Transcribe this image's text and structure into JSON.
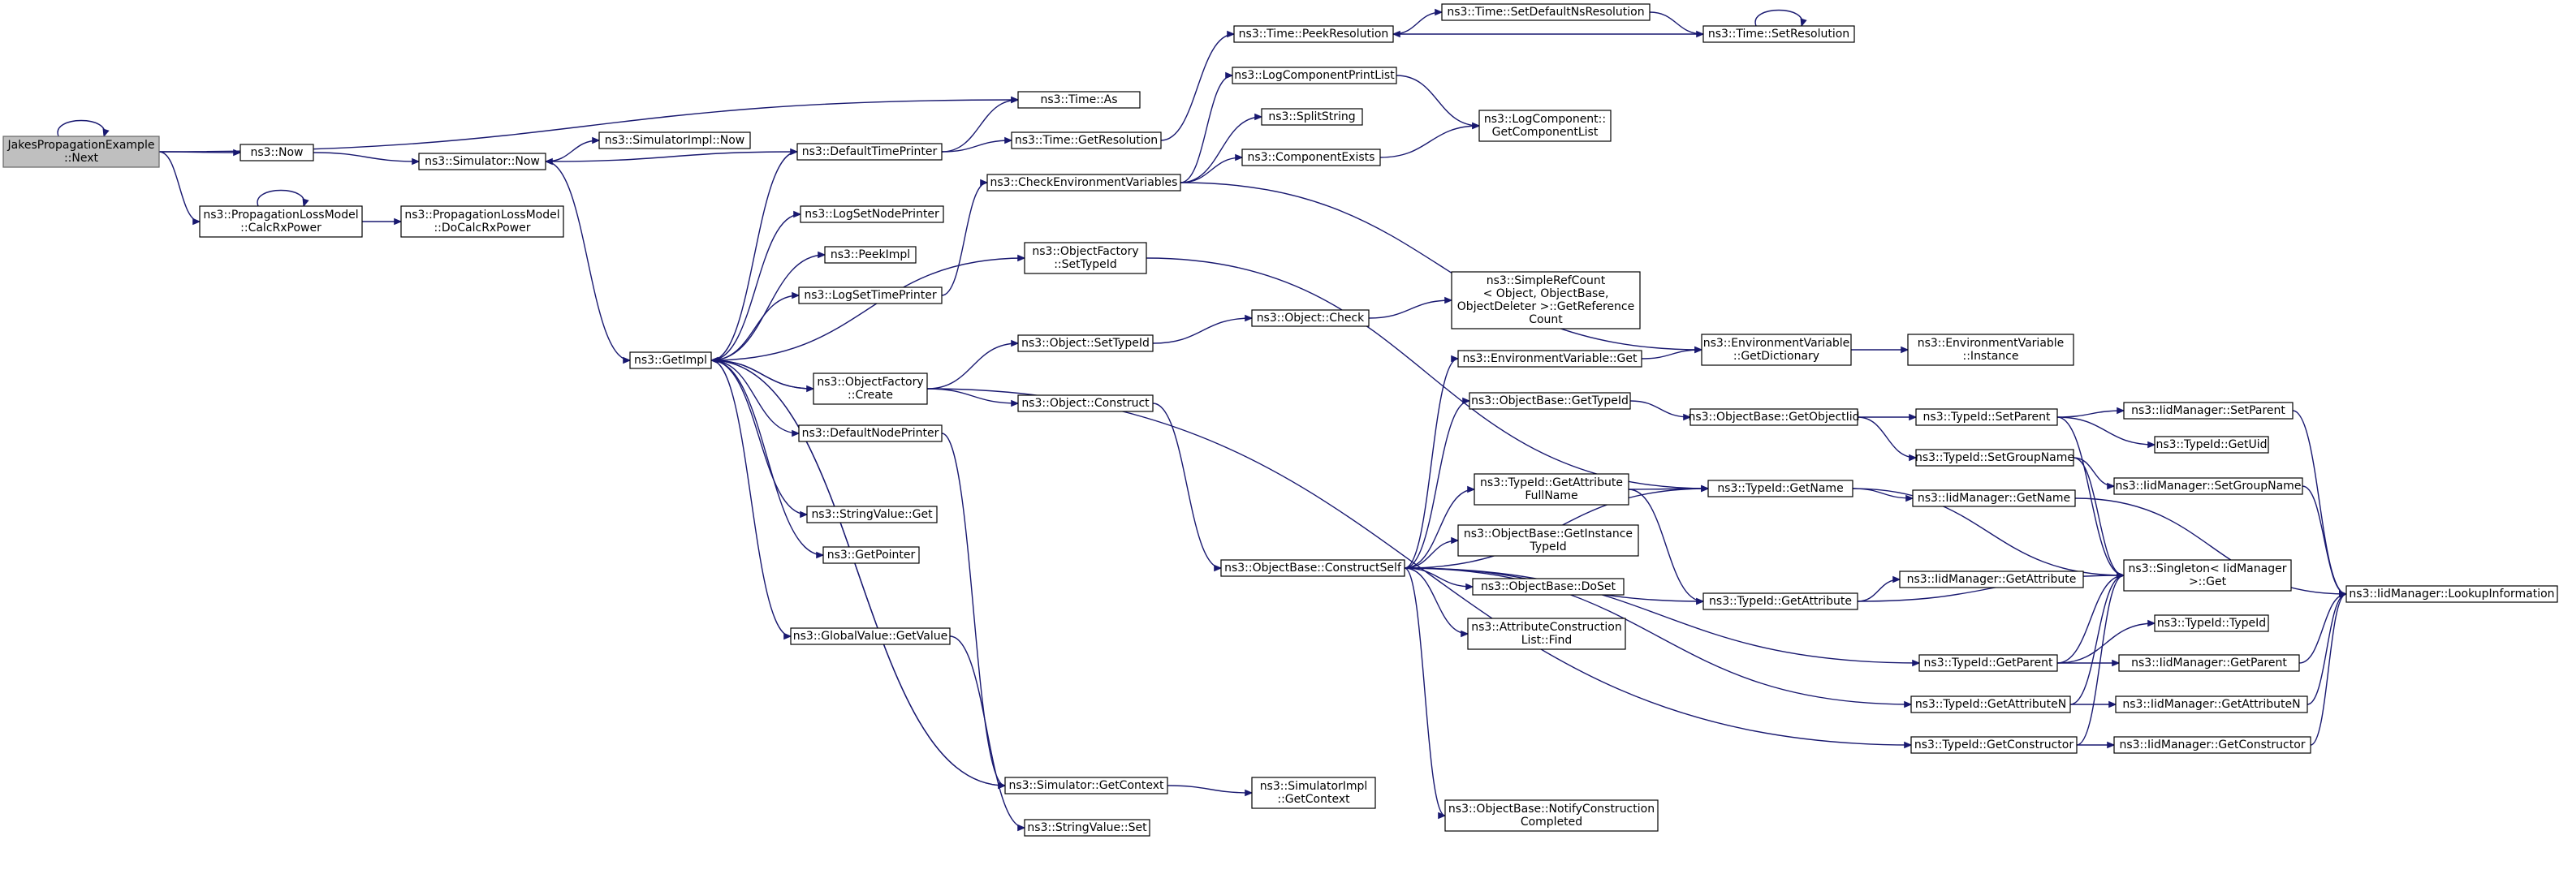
{
  "nodes": [
    {
      "id": "root",
      "lines": [
        "JakesPropagationExample",
        "::Next"
      ],
      "root": true
    },
    {
      "id": "now",
      "lines": [
        "ns3::Now"
      ]
    },
    {
      "id": "calcrx",
      "lines": [
        "ns3::PropagationLossModel",
        "::CalcRxPower"
      ]
    },
    {
      "id": "docalcrx",
      "lines": [
        "ns3::PropagationLossModel",
        "::DoCalcRxPower"
      ]
    },
    {
      "id": "simnow",
      "lines": [
        "ns3::Simulator::Now"
      ]
    },
    {
      "id": "simimplnow",
      "lines": [
        "ns3::SimulatorImpl::Now"
      ]
    },
    {
      "id": "timeas",
      "lines": [
        "ns3::Time::As"
      ]
    },
    {
      "id": "getimpl",
      "lines": [
        "ns3::GetImpl"
      ]
    },
    {
      "id": "deftp",
      "lines": [
        "ns3::DefaultTimePrinter"
      ]
    },
    {
      "id": "logsnp",
      "lines": [
        "ns3::LogSetNodePrinter"
      ]
    },
    {
      "id": "peekimpl",
      "lines": [
        "ns3::PeekImpl"
      ]
    },
    {
      "id": "logstp",
      "lines": [
        "ns3::LogSetTimePrinter"
      ]
    },
    {
      "id": "ofcreate",
      "lines": [
        "ns3::ObjectFactory",
        "::Create"
      ]
    },
    {
      "id": "defnp",
      "lines": [
        "ns3::DefaultNodePrinter"
      ]
    },
    {
      "id": "svget",
      "lines": [
        "ns3::StringValue::Get"
      ]
    },
    {
      "id": "getptr",
      "lines": [
        "ns3::GetPointer"
      ]
    },
    {
      "id": "gvgetval",
      "lines": [
        "ns3::GlobalValue::GetValue"
      ]
    },
    {
      "id": "simgetctx",
      "lines": [
        "ns3::Simulator::GetContext"
      ]
    },
    {
      "id": "svset",
      "lines": [
        "ns3::StringValue::Set"
      ]
    },
    {
      "id": "timegetres",
      "lines": [
        "ns3::Time::GetResolution"
      ]
    },
    {
      "id": "timepeek",
      "lines": [
        "ns3::Time::PeekResolution"
      ]
    },
    {
      "id": "timesetdef",
      "lines": [
        "ns3::Time::SetDefaultNsResolution"
      ]
    },
    {
      "id": "timesetres",
      "lines": [
        "ns3::Time::SetResolution"
      ]
    },
    {
      "id": "logcpl",
      "lines": [
        "ns3::LogComponentPrintList"
      ]
    },
    {
      "id": "splitstr",
      "lines": [
        "ns3::SplitString"
      ]
    },
    {
      "id": "compexists",
      "lines": [
        "ns3::ComponentExists"
      ]
    },
    {
      "id": "logcgcl",
      "lines": [
        "ns3::LogComponent::",
        "GetComponentList"
      ]
    },
    {
      "id": "checkenv",
      "lines": [
        "ns3::CheckEnvironmentVariables"
      ]
    },
    {
      "id": "ofsettid",
      "lines": [
        "ns3::ObjectFactory",
        "::SetTypeId"
      ]
    },
    {
      "id": "objsettid",
      "lines": [
        "ns3::Object::SetTypeId"
      ]
    },
    {
      "id": "objconstruct",
      "lines": [
        "ns3::Object::Construct"
      ]
    },
    {
      "id": "objcheck",
      "lines": [
        "ns3::Object::Check"
      ]
    },
    {
      "id": "simplerc",
      "lines": [
        "ns3::SimpleRefCount",
        "< Object, ObjectBase,",
        "ObjectDeleter >::GetReference",
        "Count"
      ]
    },
    {
      "id": "envget",
      "lines": [
        "ns3::EnvironmentVariable::Get"
      ]
    },
    {
      "id": "envgetdict",
      "lines": [
        "ns3::EnvironmentVariable",
        "::GetDictionary"
      ]
    },
    {
      "id": "envinst",
      "lines": [
        "ns3::EnvironmentVariable",
        "::Instance"
      ]
    },
    {
      "id": "obgettid",
      "lines": [
        "ns3::ObjectBase::GetTypeId"
      ]
    },
    {
      "id": "obgetoid",
      "lines": [
        "ns3::ObjectBase::GetObjectIid"
      ]
    },
    {
      "id": "tidgetafn",
      "lines": [
        "ns3::TypeId::GetAttribute",
        "FullName"
      ]
    },
    {
      "id": "obconstructself",
      "lines": [
        "ns3::ObjectBase::ConstructSelf"
      ]
    },
    {
      "id": "obgetinst",
      "lines": [
        "ns3::ObjectBase::GetInstance",
        "TypeId"
      ]
    },
    {
      "id": "obdoset",
      "lines": [
        "ns3::ObjectBase::DoSet"
      ]
    },
    {
      "id": "acfind",
      "lines": [
        "ns3::AttributeConstruction",
        "List::Find"
      ]
    },
    {
      "id": "obnotify",
      "lines": [
        "ns3::ObjectBase::NotifyConstruction",
        "Completed"
      ]
    },
    {
      "id": "tidgetname",
      "lines": [
        "ns3::TypeId::GetName"
      ]
    },
    {
      "id": "tidgetattr",
      "lines": [
        "ns3::TypeId::GetAttribute"
      ]
    },
    {
      "id": "tidsetparent",
      "lines": [
        "ns3::TypeId::SetParent"
      ]
    },
    {
      "id": "tidsetgroup",
      "lines": [
        "ns3::TypeId::SetGroupName"
      ]
    },
    {
      "id": "iidgetname",
      "lines": [
        "ns3::IidManager::GetName"
      ]
    },
    {
      "id": "iidgetattr",
      "lines": [
        "ns3::IidManager::GetAttribute"
      ]
    },
    {
      "id": "tidgetparent",
      "lines": [
        "ns3::TypeId::GetParent"
      ]
    },
    {
      "id": "tidgetattrn",
      "lines": [
        "ns3::TypeId::GetAttributeN"
      ]
    },
    {
      "id": "tidgetctor",
      "lines": [
        "ns3::TypeId::GetConstructor"
      ]
    },
    {
      "id": "iidsetparent",
      "lines": [
        "ns3::IidManager::SetParent"
      ]
    },
    {
      "id": "tidgetuid",
      "lines": [
        "ns3::TypeId::GetUid"
      ]
    },
    {
      "id": "iidsetgroup",
      "lines": [
        "ns3::IidManager::SetGroupName"
      ]
    },
    {
      "id": "singleton",
      "lines": [
        "ns3::Singleton< IidManager",
        ">::Get"
      ]
    },
    {
      "id": "tidtid",
      "lines": [
        "ns3::TypeId::TypeId"
      ]
    },
    {
      "id": "iidgetparent",
      "lines": [
        "ns3::IidManager::GetParent"
      ]
    },
    {
      "id": "iidgetattrn",
      "lines": [
        "ns3::IidManager::GetAttributeN"
      ]
    },
    {
      "id": "iidgetctor",
      "lines": [
        "ns3::IidManager::GetConstructor"
      ]
    },
    {
      "id": "iidlookup",
      "lines": [
        "ns3::IidManager::LookupInformation"
      ]
    }
  ],
  "edges": [
    [
      "root",
      "root"
    ],
    [
      "root",
      "timeas"
    ],
    [
      "root",
      "now"
    ],
    [
      "root",
      "calcrx"
    ],
    [
      "now",
      "simnow"
    ],
    [
      "calcrx",
      "calcrx"
    ],
    [
      "calcrx",
      "docalcrx"
    ],
    [
      "simnow",
      "simimplnow"
    ],
    [
      "simnow",
      "getimpl"
    ],
    [
      "deftp",
      "simnow"
    ],
    [
      "deftp",
      "timeas"
    ],
    [
      "deftp",
      "timegetres"
    ],
    [
      "timegetres",
      "timepeek"
    ],
    [
      "timepeek",
      "timesetdef"
    ],
    [
      "timesetdef",
      "timesetres"
    ],
    [
      "timesetres",
      "timesetres"
    ],
    [
      "timesetres",
      "timepeek"
    ],
    [
      "getimpl",
      "deftp"
    ],
    [
      "getimpl",
      "logsnp"
    ],
    [
      "getimpl",
      "peekimpl"
    ],
    [
      "getimpl",
      "logstp"
    ],
    [
      "getimpl",
      "ofsettid"
    ],
    [
      "getimpl",
      "ofcreate"
    ],
    [
      "getimpl",
      "defnp"
    ],
    [
      "getimpl",
      "svget"
    ],
    [
      "getimpl",
      "getptr"
    ],
    [
      "getimpl",
      "gvgetval"
    ],
    [
      "getimpl",
      "simgetctx"
    ],
    [
      "logstp",
      "checkenv"
    ],
    [
      "checkenv",
      "logcpl"
    ],
    [
      "checkenv",
      "splitstr"
    ],
    [
      "checkenv",
      "compexists"
    ],
    [
      "checkenv",
      "envgetdict"
    ],
    [
      "logcpl",
      "logcgcl"
    ],
    [
      "compexists",
      "logcgcl"
    ],
    [
      "ofsettid",
      "tidgetname"
    ],
    [
      "ofcreate",
      "getimpl"
    ],
    [
      "ofcreate",
      "objsettid"
    ],
    [
      "ofcreate",
      "objconstruct"
    ],
    [
      "ofcreate",
      "tidgetctor"
    ],
    [
      "objsettid",
      "objcheck"
    ],
    [
      "objcheck",
      "simplerc"
    ],
    [
      "objconstruct",
      "obconstructself"
    ],
    [
      "defnp",
      "simgetctx"
    ],
    [
      "gvgetval",
      "svset"
    ],
    [
      "simgetctx",
      "getimpl"
    ],
    [
      "simgetctx",
      "sigetctx"
    ],
    [
      "obconstructself",
      "envget"
    ],
    [
      "obconstructself",
      "obgettid"
    ],
    [
      "obconstructself",
      "tidgetname"
    ],
    [
      "obconstructself",
      "tidgetafn"
    ],
    [
      "obconstructself",
      "obgetinst"
    ],
    [
      "obconstructself",
      "obdoset"
    ],
    [
      "obconstructself",
      "acfind"
    ],
    [
      "obconstructself",
      "tidgetattr"
    ],
    [
      "obconstructself",
      "tidgetparent"
    ],
    [
      "obconstructself",
      "tidgetattrn"
    ],
    [
      "obconstructself",
      "obnotify"
    ],
    [
      "envget",
      "envgetdict"
    ],
    [
      "envgetdict",
      "envinst"
    ],
    [
      "obgettid",
      "obgetoid"
    ],
    [
      "obgetoid",
      "tidsetparent"
    ],
    [
      "obgetoid",
      "tidsetgroup"
    ],
    [
      "tidgetafn",
      "tidgetname"
    ],
    [
      "tidgetafn",
      "tidgetattr"
    ],
    [
      "tidgetname",
      "iidgetname"
    ],
    [
      "tidgetname",
      "singleton"
    ],
    [
      "tidgetattr",
      "iidgetattr"
    ],
    [
      "tidgetattr",
      "singleton"
    ],
    [
      "tidsetparent",
      "iidsetparent"
    ],
    [
      "tidsetparent",
      "tidgetuid"
    ],
    [
      "tidsetparent",
      "singleton"
    ],
    [
      "tidsetgroup",
      "iidsetgroup"
    ],
    [
      "tidsetgroup",
      "singleton"
    ],
    [
      "tidgetparent",
      "singleton"
    ],
    [
      "tidgetparent",
      "tidtid"
    ],
    [
      "tidgetparent",
      "iidgetparent"
    ],
    [
      "tidgetattrn",
      "singleton"
    ],
    [
      "tidgetattrn",
      "iidgetattrn"
    ],
    [
      "tidgetctor",
      "singleton"
    ],
    [
      "tidgetctor",
      "iidgetctor"
    ],
    [
      "iidsetparent",
      "iidlookup"
    ],
    [
      "iidsetgroup",
      "iidlookup"
    ],
    [
      "iidgetname",
      "iidlookup"
    ],
    [
      "iidgetparent",
      "iidlookup"
    ],
    [
      "iidgetattrn",
      "iidlookup"
    ],
    [
      "iidgetctor",
      "iidlookup"
    ]
  ],
  "extra_nodes": [
    {
      "id": "sigetctx",
      "lines": [
        "ns3::SimulatorImpl",
        "::GetContext"
      ]
    }
  ],
  "colors": {
    "edge": "#191970",
    "root_fill": "#bfbfbf",
    "node_fill": "#ffffff"
  }
}
